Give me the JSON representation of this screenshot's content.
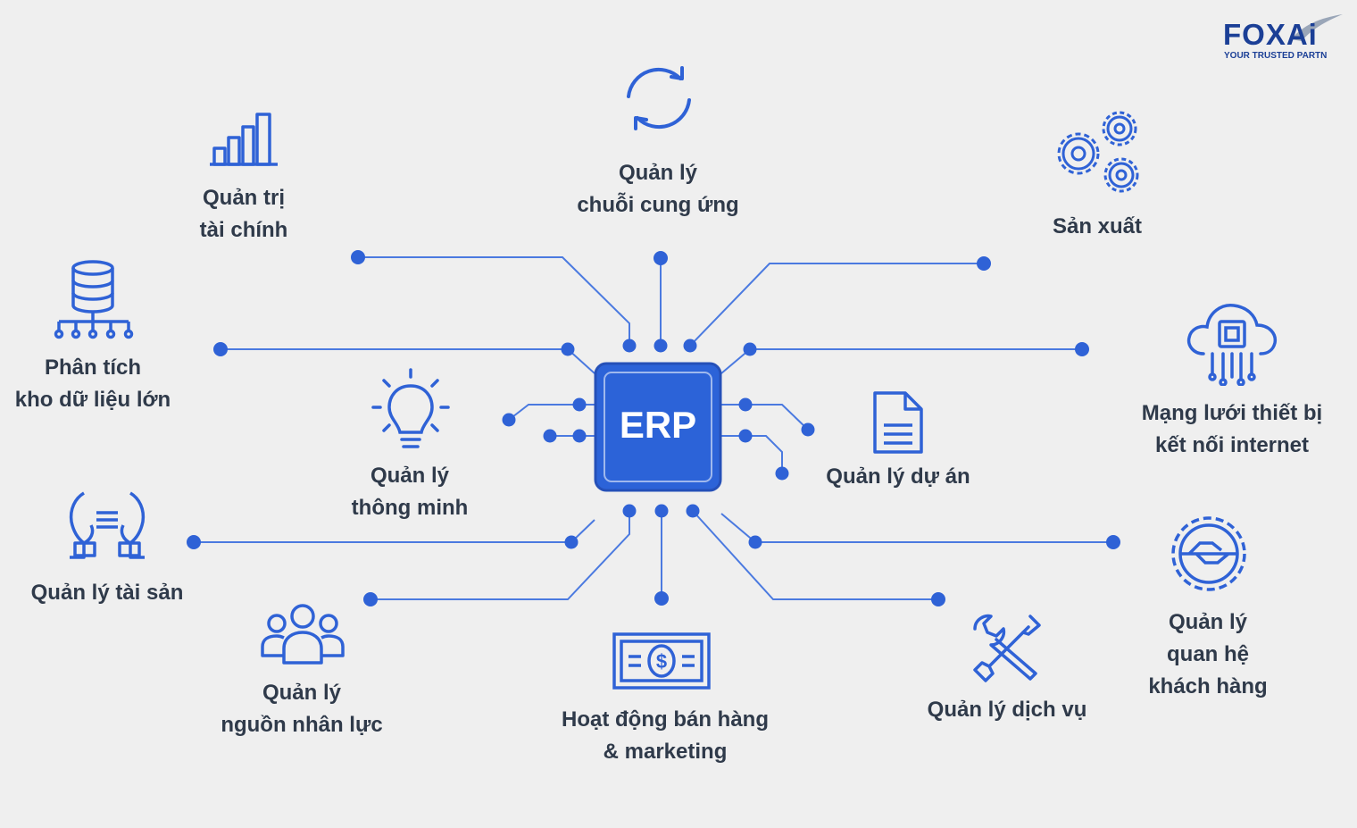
{
  "center": {
    "label": "ERP"
  },
  "modules": [
    {
      "id": "finance",
      "icon": "bar-chart-icon",
      "lines": [
        "Quản trị",
        "tài chính"
      ]
    },
    {
      "id": "supply-chain",
      "icon": "sync-arrows-icon",
      "lines": [
        "Quản lý",
        "chuỗi cung ứng"
      ]
    },
    {
      "id": "manufacturing",
      "icon": "gears-icon",
      "lines": [
        "Sản xuất"
      ]
    },
    {
      "id": "big-data",
      "icon": "database-icon",
      "lines": [
        "Phân tích",
        "kho dữ liệu lớn"
      ]
    },
    {
      "id": "smart",
      "icon": "lightbulb-icon",
      "lines": [
        "Quản lý",
        "thông minh"
      ]
    },
    {
      "id": "project",
      "icon": "document-icon",
      "lines": [
        "Quản lý dự án"
      ]
    },
    {
      "id": "iot",
      "icon": "cloud-chip-icon",
      "lines": [
        "Mạng lưới thiết bị",
        "kết nối internet"
      ]
    },
    {
      "id": "assets",
      "icon": "hands-asset-icon",
      "lines": [
        "Quản lý tài sản"
      ]
    },
    {
      "id": "crm",
      "icon": "handshake-gear-icon",
      "lines": [
        "Quản lý",
        "quan hệ",
        "khách hàng"
      ]
    },
    {
      "id": "hr",
      "icon": "people-group-icon",
      "lines": [
        "Quản lý",
        "nguồn nhân lực"
      ]
    },
    {
      "id": "sales",
      "icon": "banknote-icon",
      "lines": [
        "Hoạt động bán hàng",
        "& marketing"
      ]
    },
    {
      "id": "service",
      "icon": "wrench-screwdriver-icon",
      "lines": [
        "Quản lý dịch vụ"
      ]
    }
  ],
  "logo": {
    "word": "FOXAi",
    "tagline": "YOUR TRUSTED PARTN"
  },
  "colors": {
    "accent": "#2f62d6",
    "chip": "#2c63d8",
    "line": "#4b7ae0",
    "text": "#2f3a4a",
    "brand": "#1b3f96"
  }
}
